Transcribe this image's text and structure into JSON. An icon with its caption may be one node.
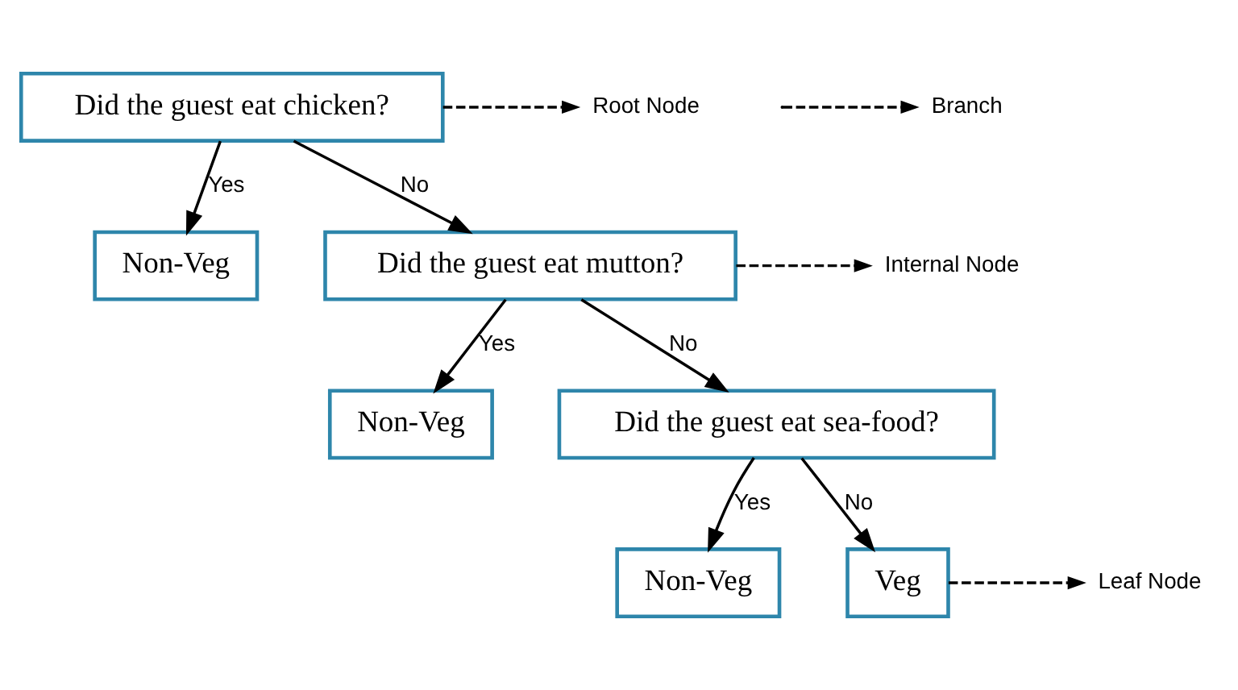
{
  "diagram": {
    "nodes": [
      {
        "text": [
          "Did the guest eat chicken?"
        ]
      },
      {
        "text": [
          "Non-Veg"
        ]
      },
      {
        "text": [
          "Did the guest eat mutton?"
        ]
      },
      {
        "text": [
          "Non-Veg"
        ]
      },
      {
        "text": [
          "Did the guest eat sea-food?"
        ]
      },
      {
        "text": [
          "Non-Veg"
        ]
      },
      {
        "text": [
          "Veg"
        ]
      },
      {
        "text": [
          "Root Node"
        ]
      },
      {
        "text": [
          "Branch"
        ]
      },
      {
        "text": [
          "Internal Node"
        ]
      },
      {
        "text": [
          "Leaf Node"
        ]
      }
    ],
    "edges": [
      {
        "from": 0,
        "to": 1,
        "arrow": "to",
        "label": "Yes"
      },
      {
        "from": 0,
        "to": 2,
        "arrow": "to",
        "label": "No"
      },
      {
        "from": 2,
        "to": 3,
        "arrow": "to",
        "label": "Yes"
      },
      {
        "from": 2,
        "to": 4,
        "arrow": "to",
        "label": "No"
      },
      {
        "from": 4,
        "to": 5,
        "arrow": "to",
        "label": "Yes"
      },
      {
        "from": 4,
        "to": 6,
        "arrow": "to",
        "label": "No"
      },
      {
        "from": 0,
        "to": 7,
        "arrow": "to",
        "style": "dashed"
      },
      {
        "from": null,
        "to": 8,
        "arrow": "to",
        "style": "dashed"
      },
      {
        "from": 2,
        "to": 9,
        "arrow": "to",
        "style": "dashed"
      },
      {
        "from": 6,
        "to": 10,
        "arrow": "to",
        "style": "dashed"
      }
    ]
  }
}
